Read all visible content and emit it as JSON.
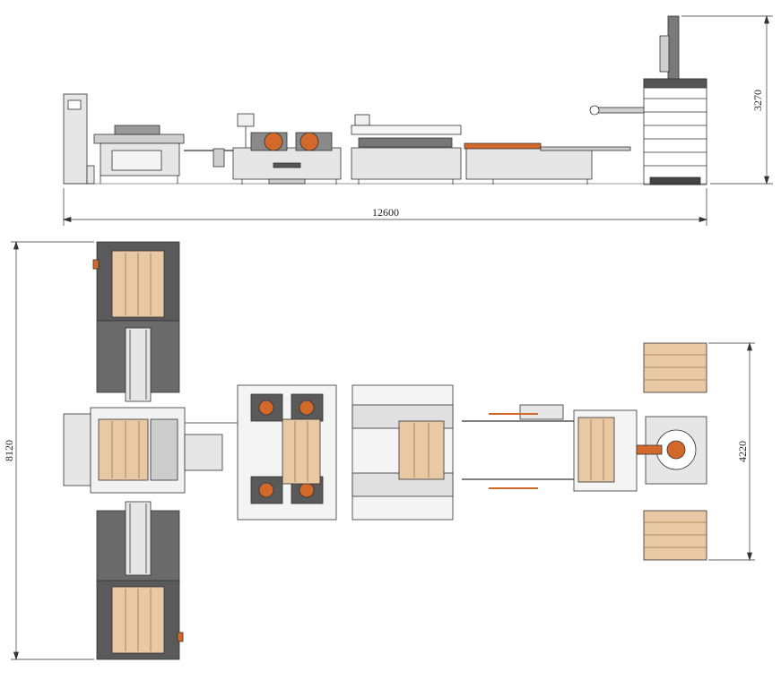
{
  "dimensions": {
    "overall_length": "12600",
    "side_height": "3270",
    "plan_width": "8120",
    "stack_span": "4220"
  },
  "colors": {
    "line": "#333333",
    "machine_fill": "#e6e6e6",
    "panel_dark": "#5a5a5a",
    "wood": "#e9c9a4",
    "wood_edge": "#a0744a",
    "accent_orange": "#d2692a"
  }
}
